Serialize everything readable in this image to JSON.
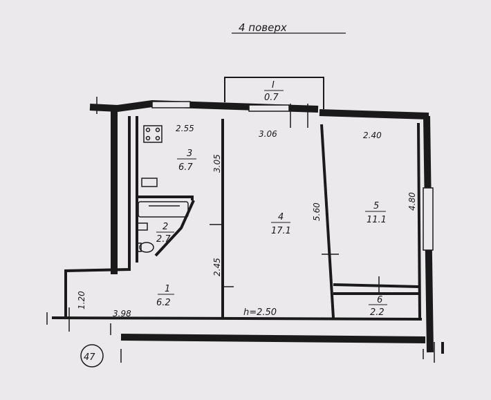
{
  "title": "4 поверх",
  "ceiling_height": "h=2.50",
  "apartment_number": "47",
  "rooms": [
    {
      "no": "1",
      "area": "6.2"
    },
    {
      "no": "2",
      "area": "2.7"
    },
    {
      "no": "3",
      "area": "6.7"
    },
    {
      "no": "4",
      "area": "17.1"
    },
    {
      "no": "5",
      "area": "11.1"
    },
    {
      "no": "6",
      "area": "2.2"
    },
    {
      "no": "I",
      "area": "0.7"
    }
  ],
  "dimensions": [
    "2.55",
    "3.06",
    "2.40",
    "3.05",
    "5.60",
    "4.80",
    "2.45",
    "1.20",
    "3.98"
  ]
}
